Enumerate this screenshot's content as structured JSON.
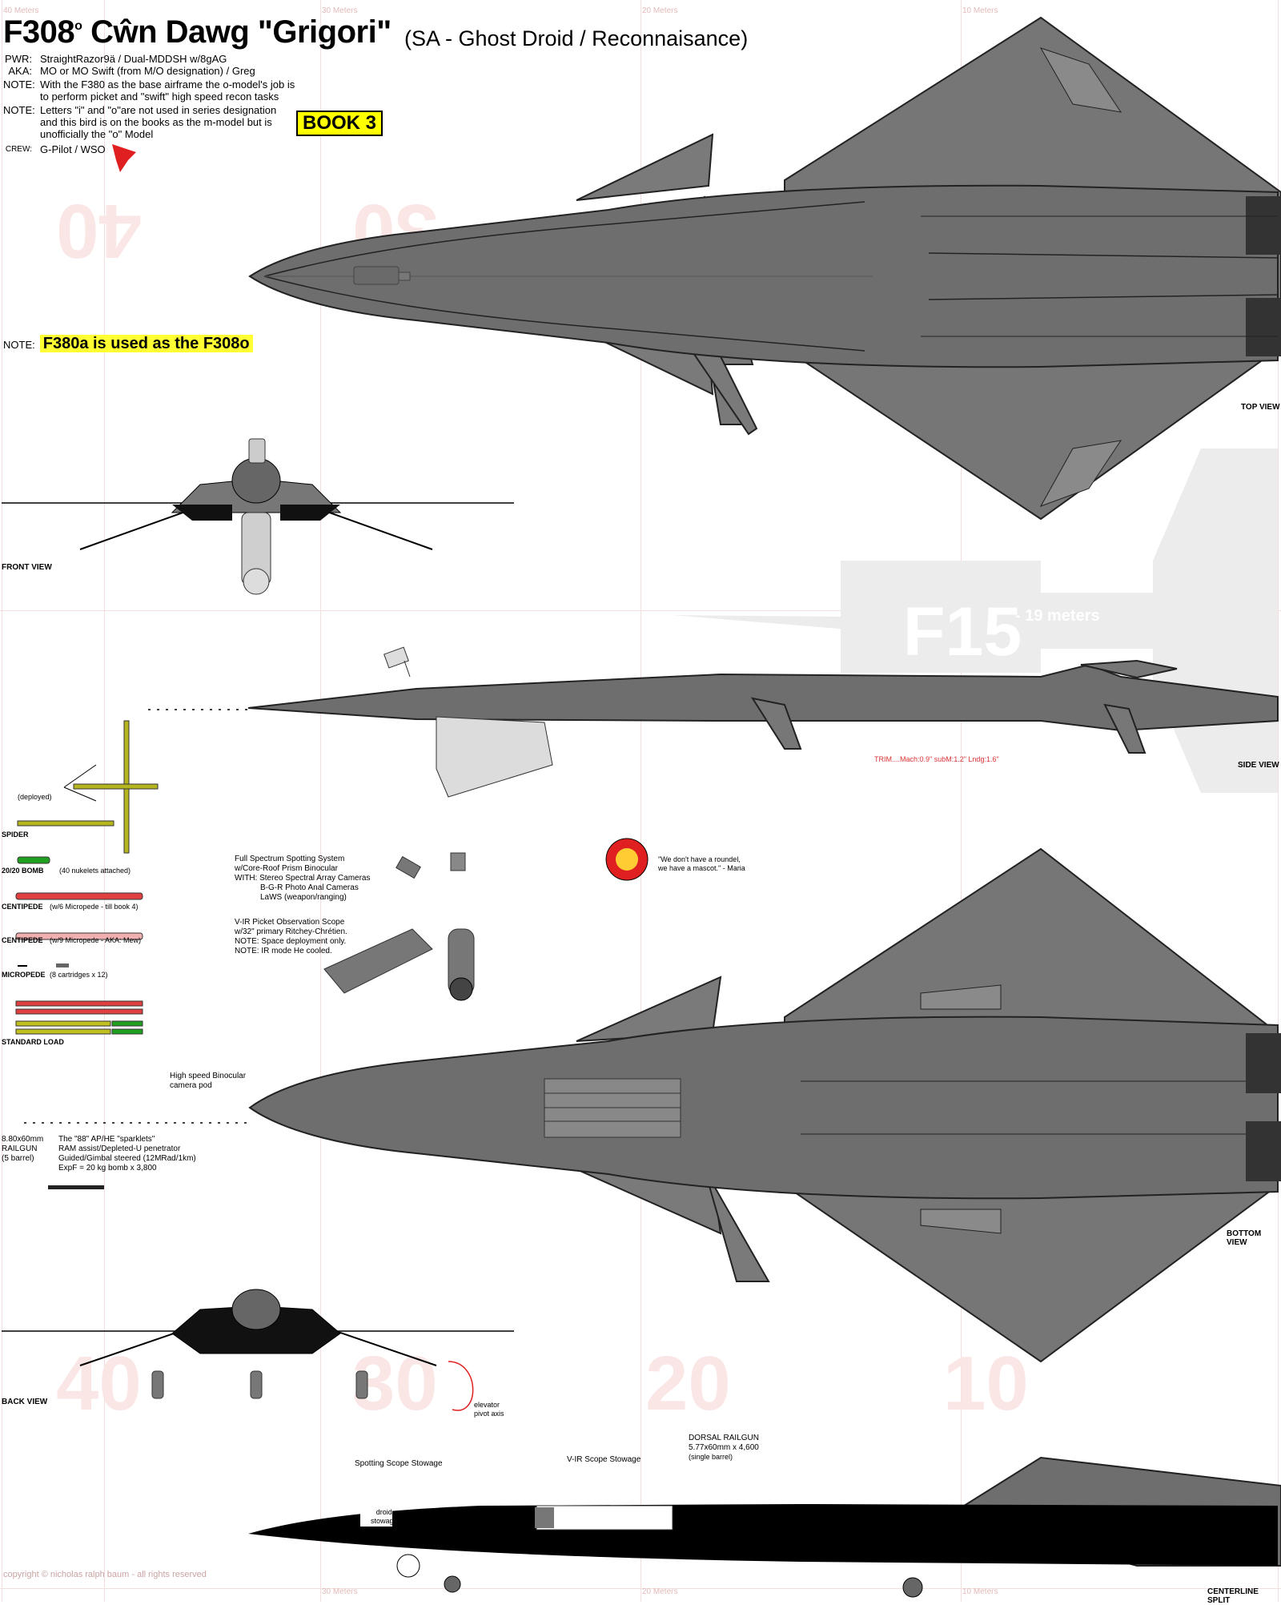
{
  "header": {
    "title_main": "F308",
    "title_sup": "o",
    "title_rest": " Cŵn Dawg \"Grigori\"",
    "subtitle": "(SA - Ghost Droid / Reconnaisance)"
  },
  "specs": {
    "pwr_key": "PWR:",
    "pwr_val": "StraightRazor9ä / Dual-MDDSH w/8gAG",
    "aka_key": "AKA:",
    "aka_val": "MO or MO Swift (from M/O designation) / Greg",
    "note1_key": "NOTE:",
    "note1_val": "With the F380 as the base airframe the o-model's job is to perform picket and \"swift\" high speed recon tasks",
    "note2_key": "NOTE:",
    "note2_val": "Letters \"i\" and \"o\"are not used in series designation and this bird is on the books as the m-model but is unofficially the \"o\" Model",
    "crew_key": "CREW:",
    "crew_val": "G-Pilot / WSO",
    "book_badge": "BOOK 3"
  },
  "note_base": {
    "label": "NOTE:",
    "highlight": "F380a is used as the F308o"
  },
  "meter_labels": {
    "top_40": "40 Meters",
    "top_30": "30 Meters",
    "top_20": "20 Meters",
    "top_10": "10 Meters",
    "bot_30": "30 Meters",
    "bot_20": "20 Meters",
    "bot_10": "10 Meters"
  },
  "ghost_numbers": {
    "top_40": "40",
    "top_30": "30",
    "bot_40": "40",
    "bot_30": "30",
    "bot_20": "20",
    "bot_10": "10"
  },
  "views": {
    "top": "TOP VIEW",
    "front": "FRONT VIEW",
    "side": "SIDE VIEW",
    "bottom": "BOTTOM VIEW",
    "back": "BACK VIEW",
    "centerline": "CENTERLINE SPLIT"
  },
  "f15": {
    "label": "F15",
    "size": "- 19 meters"
  },
  "trim": "TRIM....Mach:0.9\" subM:1.2\" Lndg:1.6\"",
  "weapons": {
    "deployed": "(deployed)",
    "spider": "SPIDER",
    "bomb": "20/20 BOMB",
    "bomb_note": "(40 nukelets attached)",
    "centipede1": "CENTIPEDE",
    "centipede1_note": "(w/6 Micropede - till book 4)",
    "centipede2": "CENTIPEDE",
    "centipede2_note": "(w/9 Micropede - AKA: Mew)",
    "micropede": "MICROPEDE",
    "micropede_note": "(8 cartridges x 12)",
    "standard_load": "STANDARD LOAD"
  },
  "spotting": {
    "line1": "Full Spectrum Spotting System",
    "line2": "w/Core-Roof Prism Binocular",
    "line3": "WITH: Stereo Spectral Array Cameras",
    "line4": "B-G-R Photo Anal Cameras",
    "line5": "LaWS (weapon/ranging)"
  },
  "vir_scope": {
    "line1": "V-IR Picket Observation Scope",
    "line2": "w/32\" primary Ritchey-Chrétien.",
    "line3": "NOTE: Space deployment only.",
    "line4": "NOTE: IR mode He cooled."
  },
  "mascot_quote": {
    "line1": "\"We don't have a roundel,",
    "line2": "we have a mascot.\" - Maria"
  },
  "pod_label": {
    "line1": "High speed Binocular",
    "line2": "camera pod"
  },
  "railgun": {
    "caliber": "8.80x60mm",
    "name": "RAILGUN",
    "barrel": "(5 barrel)",
    "ammo1": "The \"88\" AP/HE \"sparklets\"",
    "ammo2": "RAM assist/Depleted-U penetrator",
    "ammo3": "Guided/Gimbal steered (12MRad/1km)",
    "ammo4": "ExpF = 20 kg bomb x 3,800"
  },
  "elevator": {
    "line1": "elevator",
    "line2": "pivot axis"
  },
  "cutaway": {
    "spotting_stowage": "Spotting Scope Stowage",
    "vir_stowage": "V-IR Scope Stowage",
    "dorsal1": "DORSAL RAILGUN",
    "dorsal2": "5.77x60mm x 4,600",
    "dorsal3": "(single barrel)",
    "droid1": "droid",
    "droid2": "stowage"
  },
  "copyright": "copyright © nicholas ralph baum - all rights reserved",
  "colors": {
    "hull": "#6e6e6e",
    "hull_dark": "#555555",
    "hull_light": "#8a8a8a",
    "ghost": "#e8e8e8",
    "badge": "#ffff00",
    "red": "#e02020",
    "grid": "#f3dede"
  }
}
